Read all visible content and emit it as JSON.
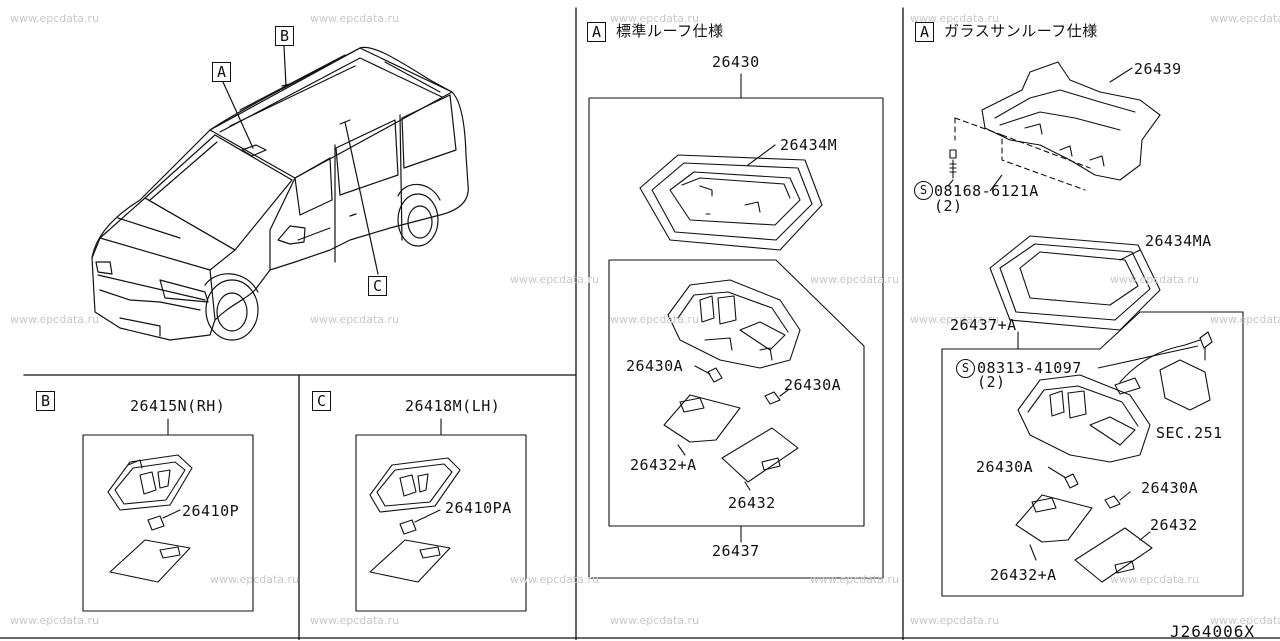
{
  "watermark": "www.epcdata.ru",
  "diagram_code": "J264006X",
  "callouts": {
    "A": "A",
    "B": "B",
    "C": "C"
  },
  "section_titles": {
    "standard_roof": "標準ルーフ仕様",
    "glass_sunroof": "ガラスサンルーフ仕様"
  },
  "parts": {
    "p26415N_RH": "26415N(RH)",
    "p26410P": "26410P",
    "p26418M_LH": "26418M(LH)",
    "p26410PA": "26410PA",
    "p26430": "26430",
    "p26434M": "26434M",
    "p26430A_left": "26430A",
    "p26430A_right": "26430A",
    "p26432_plus_A": "26432+A",
    "p26432": "26432",
    "p26437": "26437",
    "p26439": "26439",
    "bolt_08168": "08168-6121A",
    "bolt_08168_qty": "(2)",
    "p26434MA": "26434MA",
    "p26437_plus_A": "26437+A",
    "bolt_08313": "08313-41097",
    "bolt_08313_qty": "(2)",
    "sec_251": "SEC.251",
    "g_26430A_left": "26430A",
    "g_26430A_right": "26430A",
    "g_26432": "26432",
    "g_26432_plus_A": "26432+A"
  },
  "symbols": {
    "screw_symbol": "S"
  }
}
